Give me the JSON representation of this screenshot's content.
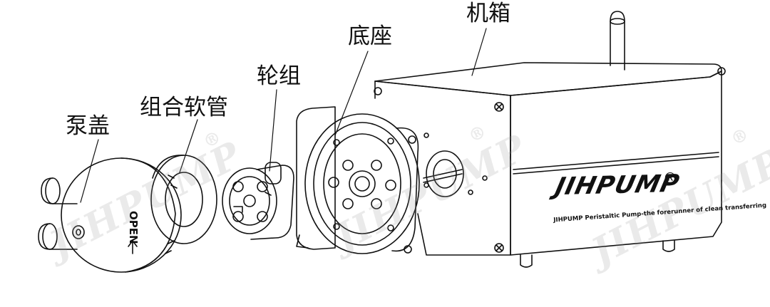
{
  "labels": {
    "chassis": "机箱",
    "base": "底座",
    "roller": "轮组",
    "tube": "组合软管",
    "cover": "泵盖"
  },
  "brand": {
    "logo": "JIHPUMP",
    "registered": "®",
    "tagline": "JIHPUMP Peristaltic Pump-the forerunner of clean transferring",
    "cover_mark": "OPEN"
  },
  "watermark": {
    "text": "JIHPUMP",
    "registered": "®"
  },
  "colors": {
    "line": "#111111",
    "watermark": "#b4b4b4",
    "background": "#ffffff"
  }
}
